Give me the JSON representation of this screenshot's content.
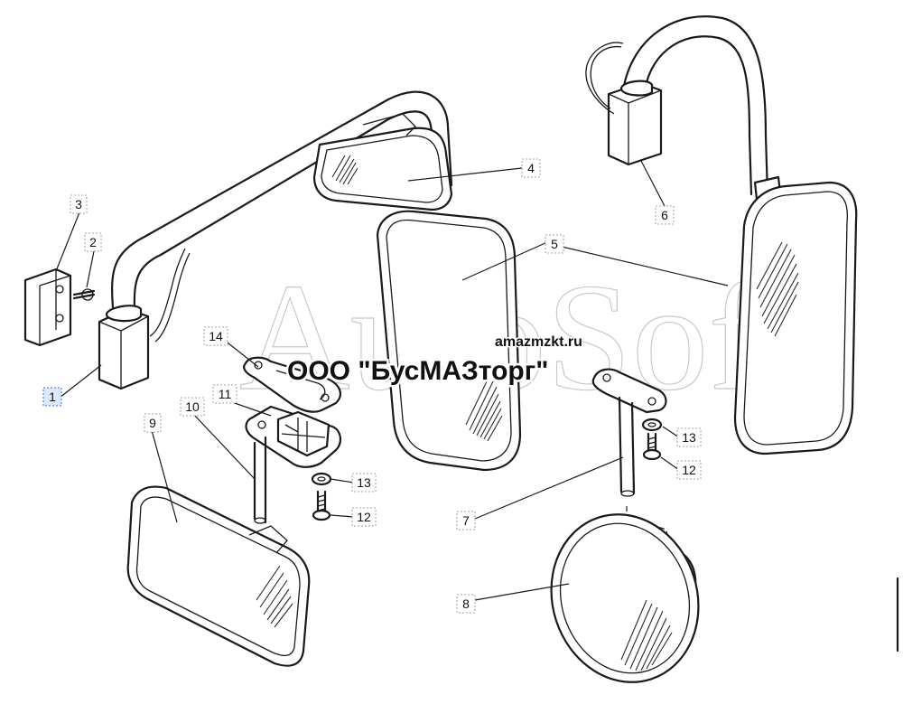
{
  "watermark": "AutoSoft",
  "overlay": {
    "site": "amazmzkt.ru",
    "company": "ООО \"БусМАЗторг\""
  },
  "callouts": [
    {
      "id": "c1",
      "label": "1",
      "selected": true
    },
    {
      "id": "c2",
      "label": "2"
    },
    {
      "id": "c3",
      "label": "3"
    },
    {
      "id": "c4",
      "label": "4"
    },
    {
      "id": "c5",
      "label": "5"
    },
    {
      "id": "c6",
      "label": "6"
    },
    {
      "id": "c7",
      "label": "7"
    },
    {
      "id": "c8",
      "label": "8"
    },
    {
      "id": "c9",
      "label": "9"
    },
    {
      "id": "c10",
      "label": "10"
    },
    {
      "id": "c11",
      "label": "11"
    },
    {
      "id": "c12a",
      "label": "12"
    },
    {
      "id": "c13a",
      "label": "13"
    },
    {
      "id": "c14",
      "label": "14"
    },
    {
      "id": "c12b",
      "label": "12"
    },
    {
      "id": "c13b",
      "label": "13"
    }
  ],
  "colors": {
    "line": "#1a1a1a",
    "watermark": "#c8c8c8",
    "selected_fill": "#dbe9fb",
    "selected_stroke": "#3a6fd8"
  }
}
